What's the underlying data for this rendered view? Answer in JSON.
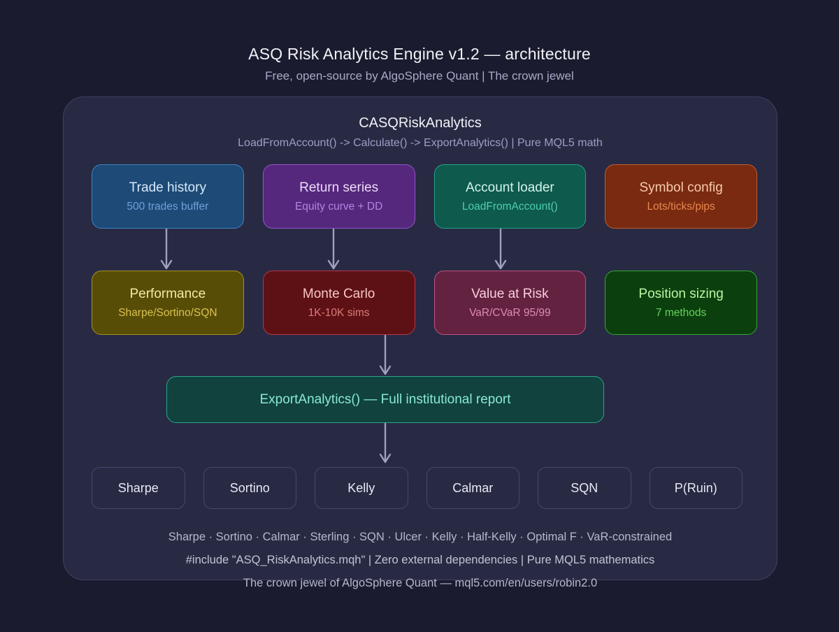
{
  "header": {
    "title": "ASQ Risk Analytics Engine v1.2 — architecture",
    "subtitle": "Free, open-source by AlgoSphere Quant | The crown jewel"
  },
  "engine": {
    "title": "CASQRiskAnalytics",
    "subtitle": "LoadFromAccount() -> Calculate() -> ExportAnalytics() | Pure MQL5 math"
  },
  "row1": [
    {
      "title": "Trade history",
      "subtitle": "500 trades buffer",
      "bg": "#1d4a77",
      "border": "#4084c0",
      "title_color": "#d8eafa",
      "subtitle_color": "#6fa0d8"
    },
    {
      "title": "Return series",
      "subtitle": "Equity curve + DD",
      "bg": "#55277d",
      "border": "#9355cd",
      "title_color": "#ecdcf8",
      "subtitle_color": "#b287e2"
    },
    {
      "title": "Account loader",
      "subtitle": "LoadFromAccount()",
      "bg": "#0e5a4d",
      "border": "#27a389",
      "title_color": "#d4f4ea",
      "subtitle_color": "#4ecfab"
    },
    {
      "title": "Symbol config",
      "subtitle": "Lots/ticks/pips",
      "bg": "#792a10",
      "border": "#c05e2e",
      "title_color": "#f8c9ab",
      "subtitle_color": "#e8874f"
    }
  ],
  "row2": [
    {
      "title": "Performance",
      "subtitle": "Sharpe/Sortino/SQN",
      "bg": "#574d06",
      "border": "#a9921e",
      "title_color": "#f7e9a5",
      "subtitle_color": "#d9c254"
    },
    {
      "title": "Monte Carlo",
      "subtitle": "1K-10K sims",
      "bg": "#5d1115",
      "border": "#b23a44",
      "title_color": "#f8c5c5",
      "subtitle_color": "#dd7a78"
    },
    {
      "title": "Value at Risk",
      "subtitle": "VaR/CVaR 95/99",
      "bg": "#632240",
      "border": "#c05282",
      "title_color": "#f8ccdf",
      "subtitle_color": "#de8bb0"
    },
    {
      "title": "Position sizing",
      "subtitle": "7 methods",
      "bg": "#0b400e",
      "border": "#37a437",
      "title_color": "#bcf6a0",
      "subtitle_color": "#68d05c"
    }
  ],
  "export_box": {
    "label": "ExportAnalytics() — Full institutional report",
    "bg": "#11423d",
    "border": "#2aa68e",
    "text_color": "#88ead1"
  },
  "metrics": [
    "Sharpe",
    "Sortino",
    "Kelly",
    "Calmar",
    "SQN",
    "P(Ruin)"
  ],
  "footer": {
    "line1": "Sharpe · Sortino · Calmar · Sterling · SQN · Ulcer · Kelly · Half-Kelly · Optimal F · VaR-constrained",
    "line2": "#include \"ASQ_RiskAnalytics.mqh\" | Zero external dependencies | Pure MQL5 mathematics",
    "line3": "The crown jewel of AlgoSphere Quant — mql5.com/en/users/robin2.0"
  },
  "colors": {
    "page_bg": "#1a1b2e",
    "panel_bg": "#282a44",
    "panel_border": "#3f4161",
    "title": "#f1f2f6",
    "page_subtitle": "#a7aac9",
    "engine_subtitle": "#9b9ec4",
    "arrow": "#9fa1bd",
    "footer1": "#b5b7cb",
    "footer2": "#c2c4d4",
    "metric_border": "#46476b",
    "metric_text": "#e7e9f3"
  }
}
